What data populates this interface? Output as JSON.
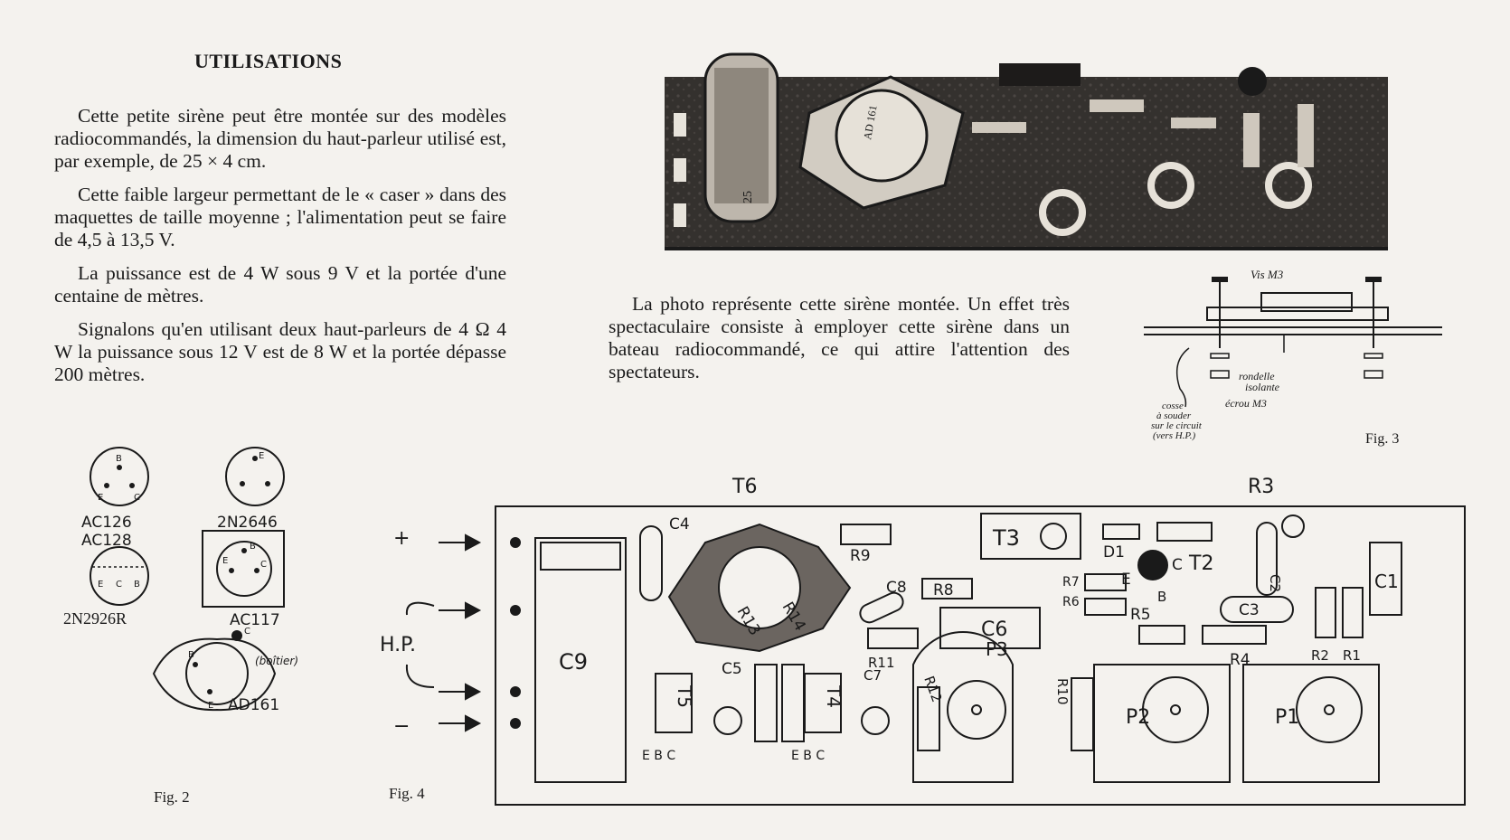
{
  "title": "UTILISATIONS",
  "paragraphs": [
    "Cette petite sirène peut être montée sur des modèles radiocommandés, la dimension du haut-parleur utilisé est, par exemple, de 25 × 4 cm.",
    "Cette faible largeur permettant de le « caser » dans des maquettes de taille moyenne ; l'alimentation peut se faire de 4,5 à 13,5 V.",
    "La puissance est de 4 W sous 9 V et la portée d'une centaine de mètres.",
    "Signalons qu'en utilisant deux haut-parleurs de 4 Ω 4 W la puissance sous 12 V est de 8 W et la portée dépasse 200 mètres."
  ],
  "photo_caption": "La photo représente cette sirène montée. Un effet très spectaculaire consiste à employer cette sirène dans un bateau radiocommandé, ce qui attire l'attention des spectateurs.",
  "photo_texts": {
    "can_label": "25",
    "transistor_marking": "AD 161"
  },
  "fig2": {
    "label": "Fig. 2",
    "pin_e": "E",
    "pin_b": "B",
    "pin_c": "C",
    "ac126": "AC126",
    "ac128": "AC128",
    "n2646": "2N2646",
    "n2926": "2N2926R",
    "ac117": "AC117",
    "ad161": "AD161",
    "boitier": "(boîtier)"
  },
  "fig3": {
    "label": "Fig. 3",
    "vis": "Vis M3",
    "rondelle": "rondelle",
    "isolante": "isolante",
    "ecrou": "écrou M3",
    "cosse_1": "cosse",
    "cosse_2": "à souder",
    "cosse_3": "sur le circuit",
    "cosse_4": "(vers H.P.)"
  },
  "fig4": {
    "label": "Fig. 4",
    "plus": "+",
    "minus": "−",
    "hp": "H.P.",
    "T6": "T6",
    "R3": "R3",
    "C4": "C4",
    "R9": "R9",
    "T3": "T3",
    "D1": "D1",
    "E": "E",
    "C": "C",
    "B": "B",
    "T2": "T2",
    "C2": "C2",
    "C1": "C1",
    "C8": "C8",
    "R8": "R8",
    "R7": "R7",
    "R6": "R6",
    "C3": "C3",
    "R13": "R13",
    "R14": "R14",
    "C6": "C6",
    "R5": "R5",
    "R4": "R4",
    "R11": "R11",
    "R2": "R2",
    "R1": "R1",
    "P3": "P3",
    "C9": "C9",
    "C5": "C5",
    "T5": "T5",
    "T4": "T4",
    "C7": "C7",
    "R12": "R12",
    "R10": "R10",
    "P2": "P2",
    "P1": "P1",
    "ebc": "E B C"
  }
}
